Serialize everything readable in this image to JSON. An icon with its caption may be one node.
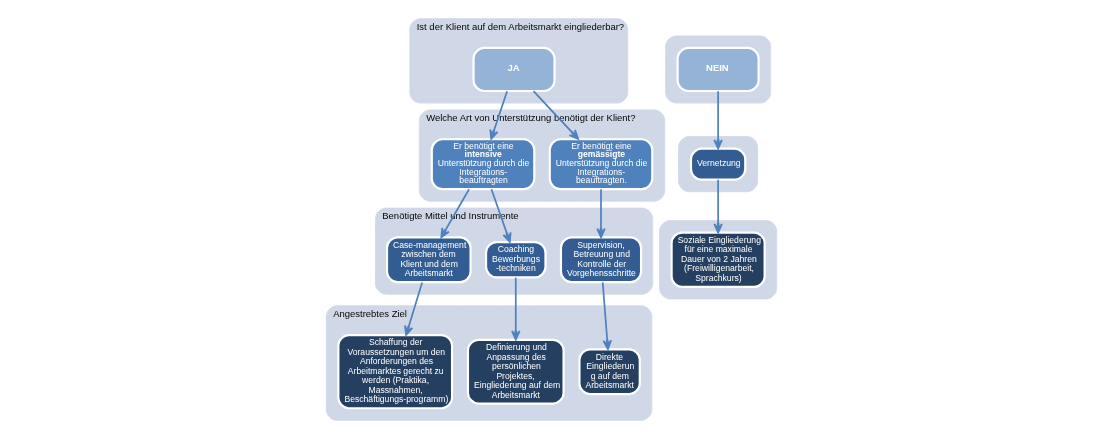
{
  "diagram": {
    "nodes": [
      {
        "text": [
          "Ist der Klient auf dem Arbeitsmarkt eingliederbar?"
        ]
      },
      {
        "text": [
          "JA"
        ],
        "in": 0
      },
      {
        "text": [],
        "shape": "band"
      },
      {
        "text": [
          "NEIN"
        ],
        "in": 2
      },
      {
        "text": [
          "Welche Art von Unterstützung benötigt der Klient?"
        ]
      },
      {
        "text": [
          "Er benötigt eine **gemässigte** Unterstützung durch die Integrations- beauftragten."
        ],
        "in": 4
      },
      {
        "text": [
          "Er benötigt eine **intensive** Unterstützung durch die Integrations- beauftragten"
        ],
        "in": 4
      },
      {
        "text": [
          "Benötigte Mittel und Instrumente"
        ]
      },
      {
        "text": [
          "Supervision, Betreuung und Kontrolle der Vorgehensschritte"
        ],
        "in": 7
      },
      {
        "text": [
          "Coaching Bewerbungs -techniken"
        ],
        "in": 7
      },
      {
        "text": [
          "Case-management zwischen dem Klient und dem Arbeitsmarkt"
        ],
        "in": 7
      },
      {
        "text": [],
        "shape": "band"
      },
      {
        "text": [
          "Vernetzung"
        ],
        "in": 11
      },
      {
        "text": [
          "Angestrebtes Ziel"
        ]
      },
      {
        "text": [
          "Direkte Eingliederun g auf dem Arbeitsmarkt"
        ],
        "in": 13
      },
      {
        "text": [
          "Definierung und Anpassung des persönlichen Projektes, Eingliederung auf dem Arbeitsmarkt"
        ],
        "in": 13
      },
      {
        "text": [
          "Schaffung der Voraussetzungen um den Anforderungen des Arbeitmarktes gerecht zu werden (Praktika, Massnahmen, Beschäftigungs-programm)"
        ],
        "in": 13
      },
      {
        "text": [],
        "shape": "band"
      },
      {
        "text": [
          "Soziale Eingliederung für eine maximale Dauer von 2 Jahren (Freiwilligenarbeit, Sprachkurs)"
        ],
        "in": 17
      }
    ],
    "edges": [
      {
        "from": 1,
        "to": 5,
        "arrow": "to"
      },
      {
        "from": 1,
        "to": 6,
        "arrow": "to"
      },
      {
        "from": 3,
        "to": 12,
        "arrow": "to"
      },
      {
        "from": 5,
        "to": 8,
        "arrow": "to"
      },
      {
        "from": 6,
        "to": 9,
        "arrow": "to"
      },
      {
        "from": 6,
        "to": 10,
        "arrow": "to"
      },
      {
        "from": 8,
        "to": 14,
        "arrow": "to"
      },
      {
        "from": 9,
        "to": 15,
        "arrow": "to"
      },
      {
        "from": 10,
        "to": 16,
        "arrow": "to"
      },
      {
        "from": 12,
        "to": 18,
        "arrow": "to"
      }
    ]
  }
}
